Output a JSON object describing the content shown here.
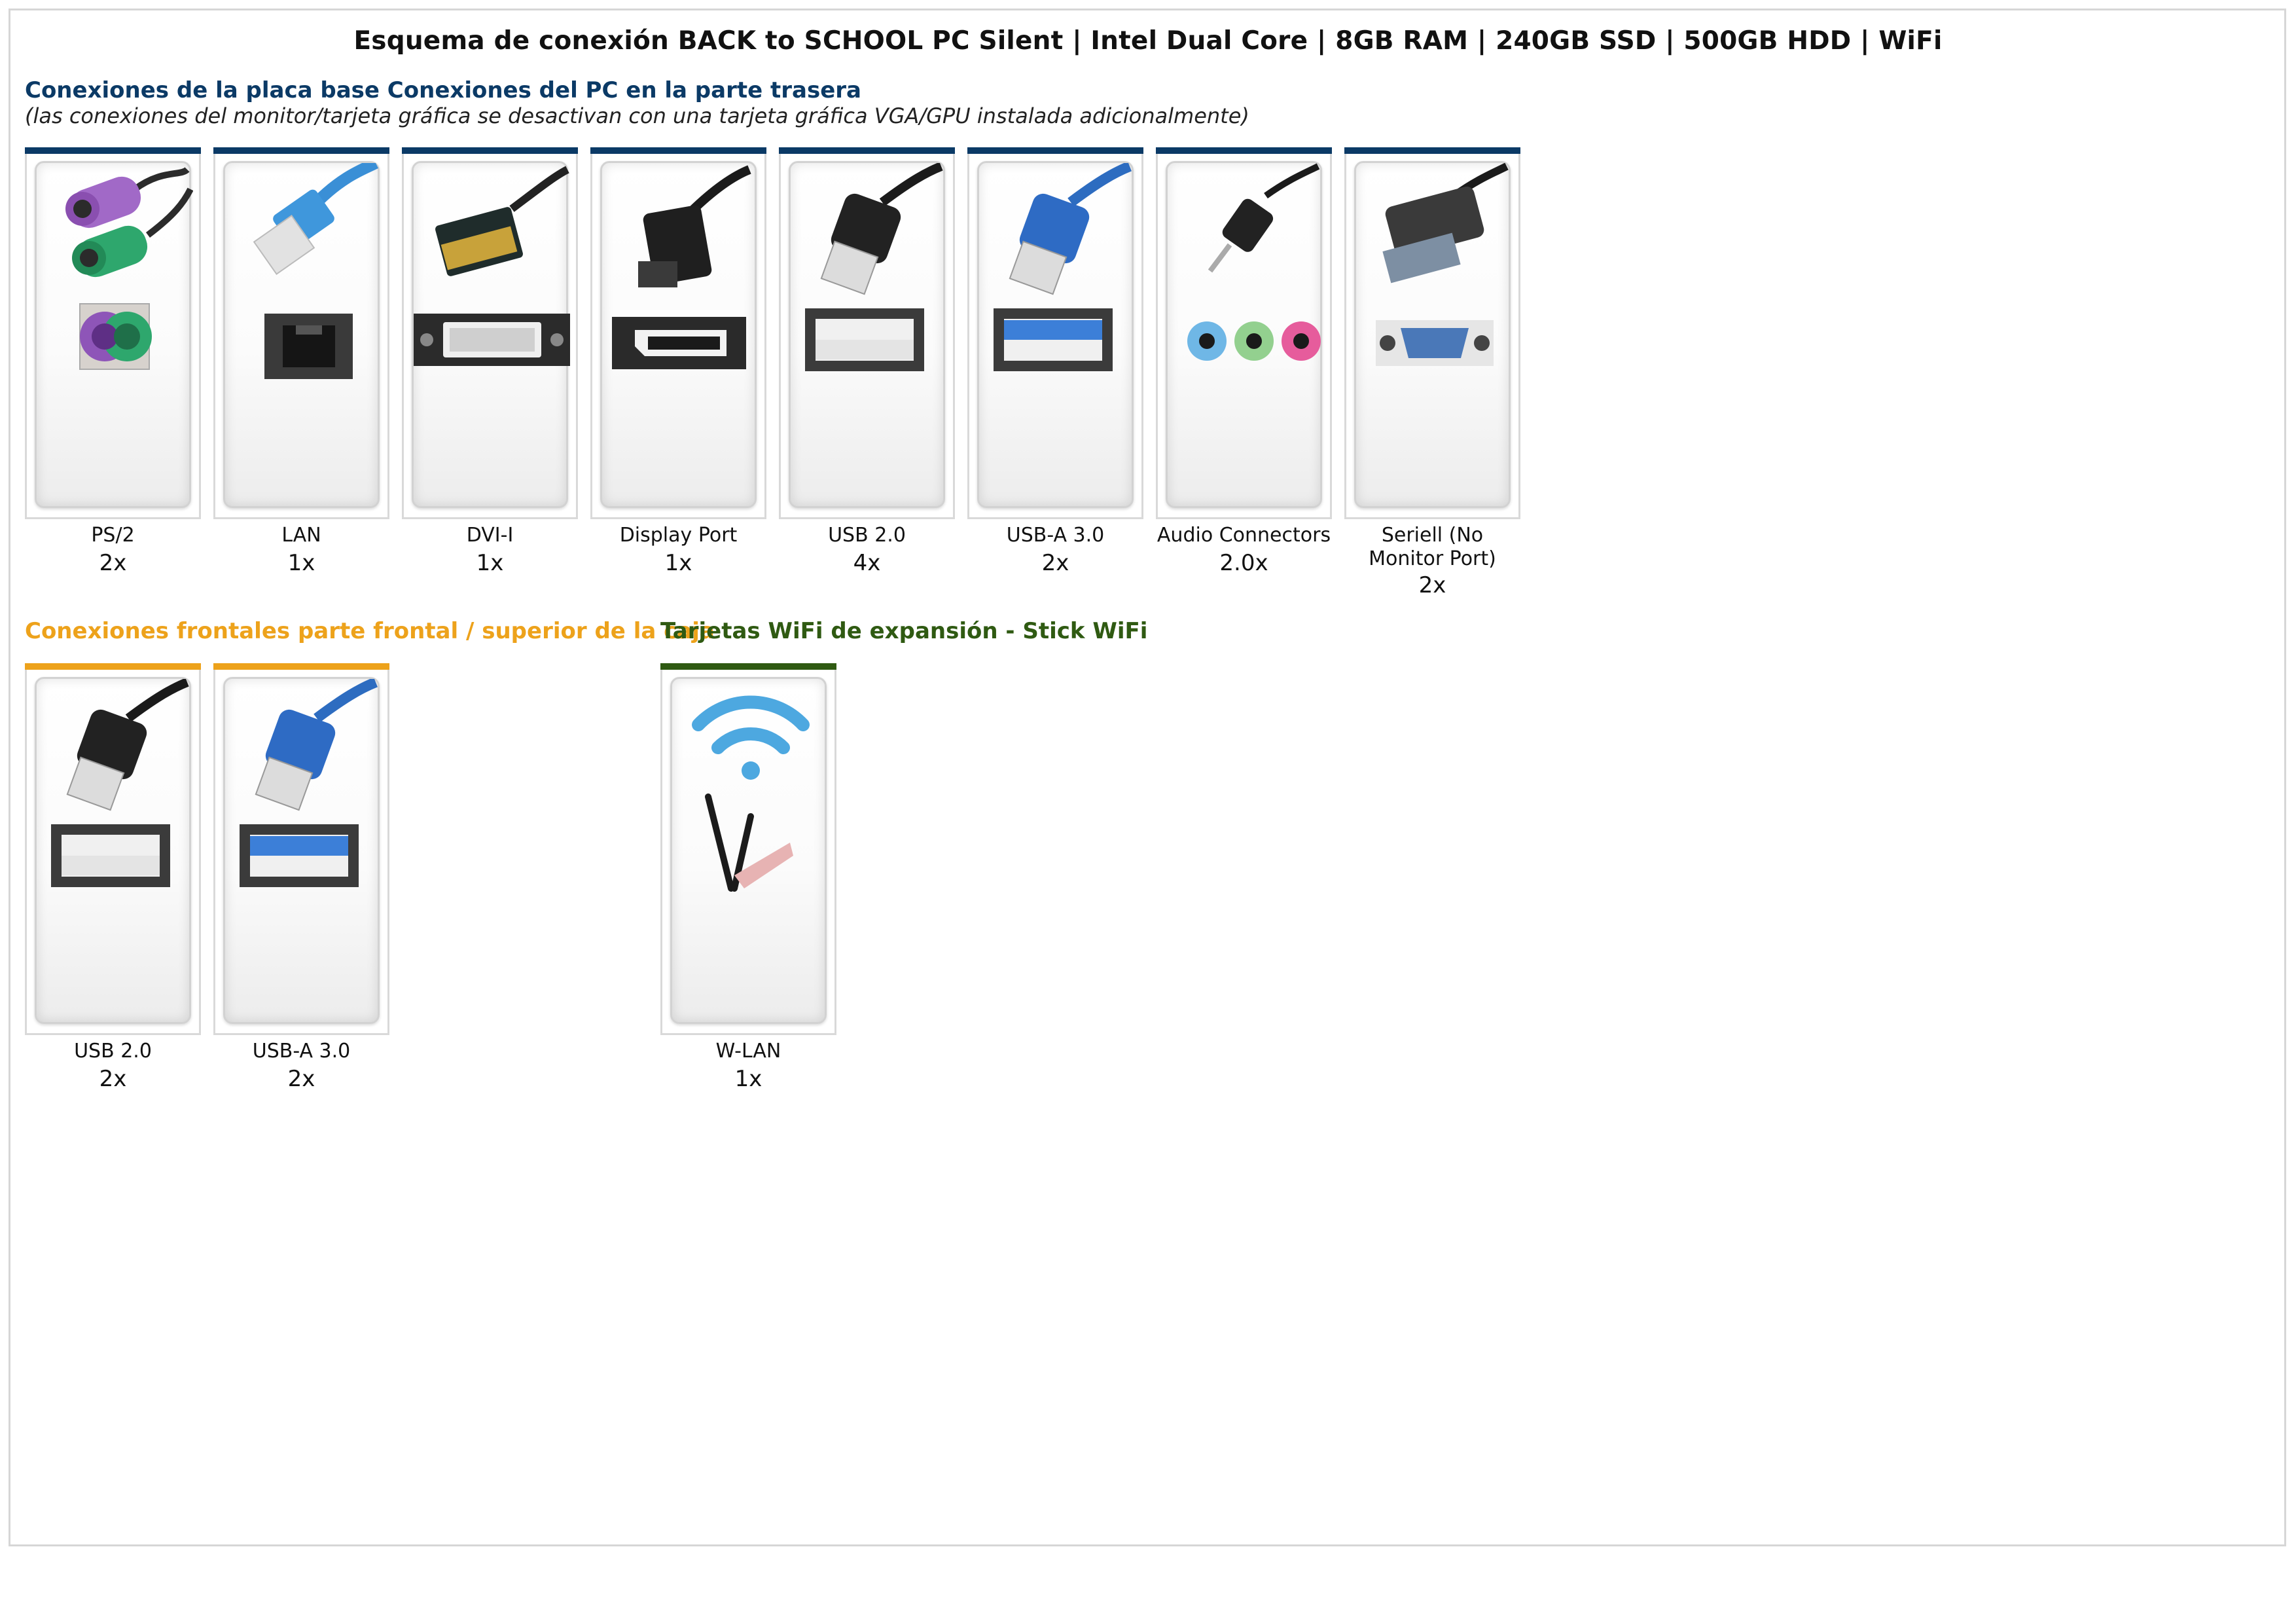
{
  "title": "Esquema de conexión BACK to SCHOOL PC Silent | Intel Dual Core | 8GB RAM | 240GB SSD | 500GB HDD | WiFi",
  "rear": {
    "heading": "Conexiones de la placa base Conexiones del PC en la parte trasera",
    "subheading": "(las conexiones del monitor/tarjeta gráfica se desactivan con una tarjeta gráfica VGA/GPU instalada adicionalmente)",
    "items": [
      {
        "label": "PS/2",
        "count": "2x",
        "icon": "ps2-connector-icon"
      },
      {
        "label": "LAN",
        "count": "1x",
        "icon": "lan-connector-icon"
      },
      {
        "label": "DVI-I",
        "count": "1x",
        "icon": "dvi-connector-icon"
      },
      {
        "label": "Display Port",
        "count": "1x",
        "icon": "displayport-connector-icon"
      },
      {
        "label": "USB 2.0",
        "count": "4x",
        "icon": "usb2-connector-icon"
      },
      {
        "label": "USB-A 3.0",
        "count": "2x",
        "icon": "usb3-connector-icon"
      },
      {
        "label": "Audio Connectors",
        "count": "2.0x",
        "icon": "audio-connector-icon"
      },
      {
        "label": "Seriell (No Monitor Port)",
        "count": "2x",
        "icon": "serial-connector-icon"
      }
    ]
  },
  "front": {
    "heading": "Conexiones frontales parte frontal / superior de la caja",
    "items": [
      {
        "label": "USB 2.0",
        "count": "2x",
        "icon": "usb2-connector-icon"
      },
      {
        "label": "USB-A 3.0",
        "count": "2x",
        "icon": "usb3-connector-icon"
      }
    ]
  },
  "wifi": {
    "heading": "Tarjetas WiFi de expansión - Stick WiFi",
    "items": [
      {
        "label": "W-LAN",
        "count": "1x",
        "icon": "wifi-icon"
      }
    ]
  },
  "colors": {
    "rear_accent": "#0b3a66",
    "front_accent": "#eda21b",
    "wifi_accent": "#2f5a12"
  }
}
